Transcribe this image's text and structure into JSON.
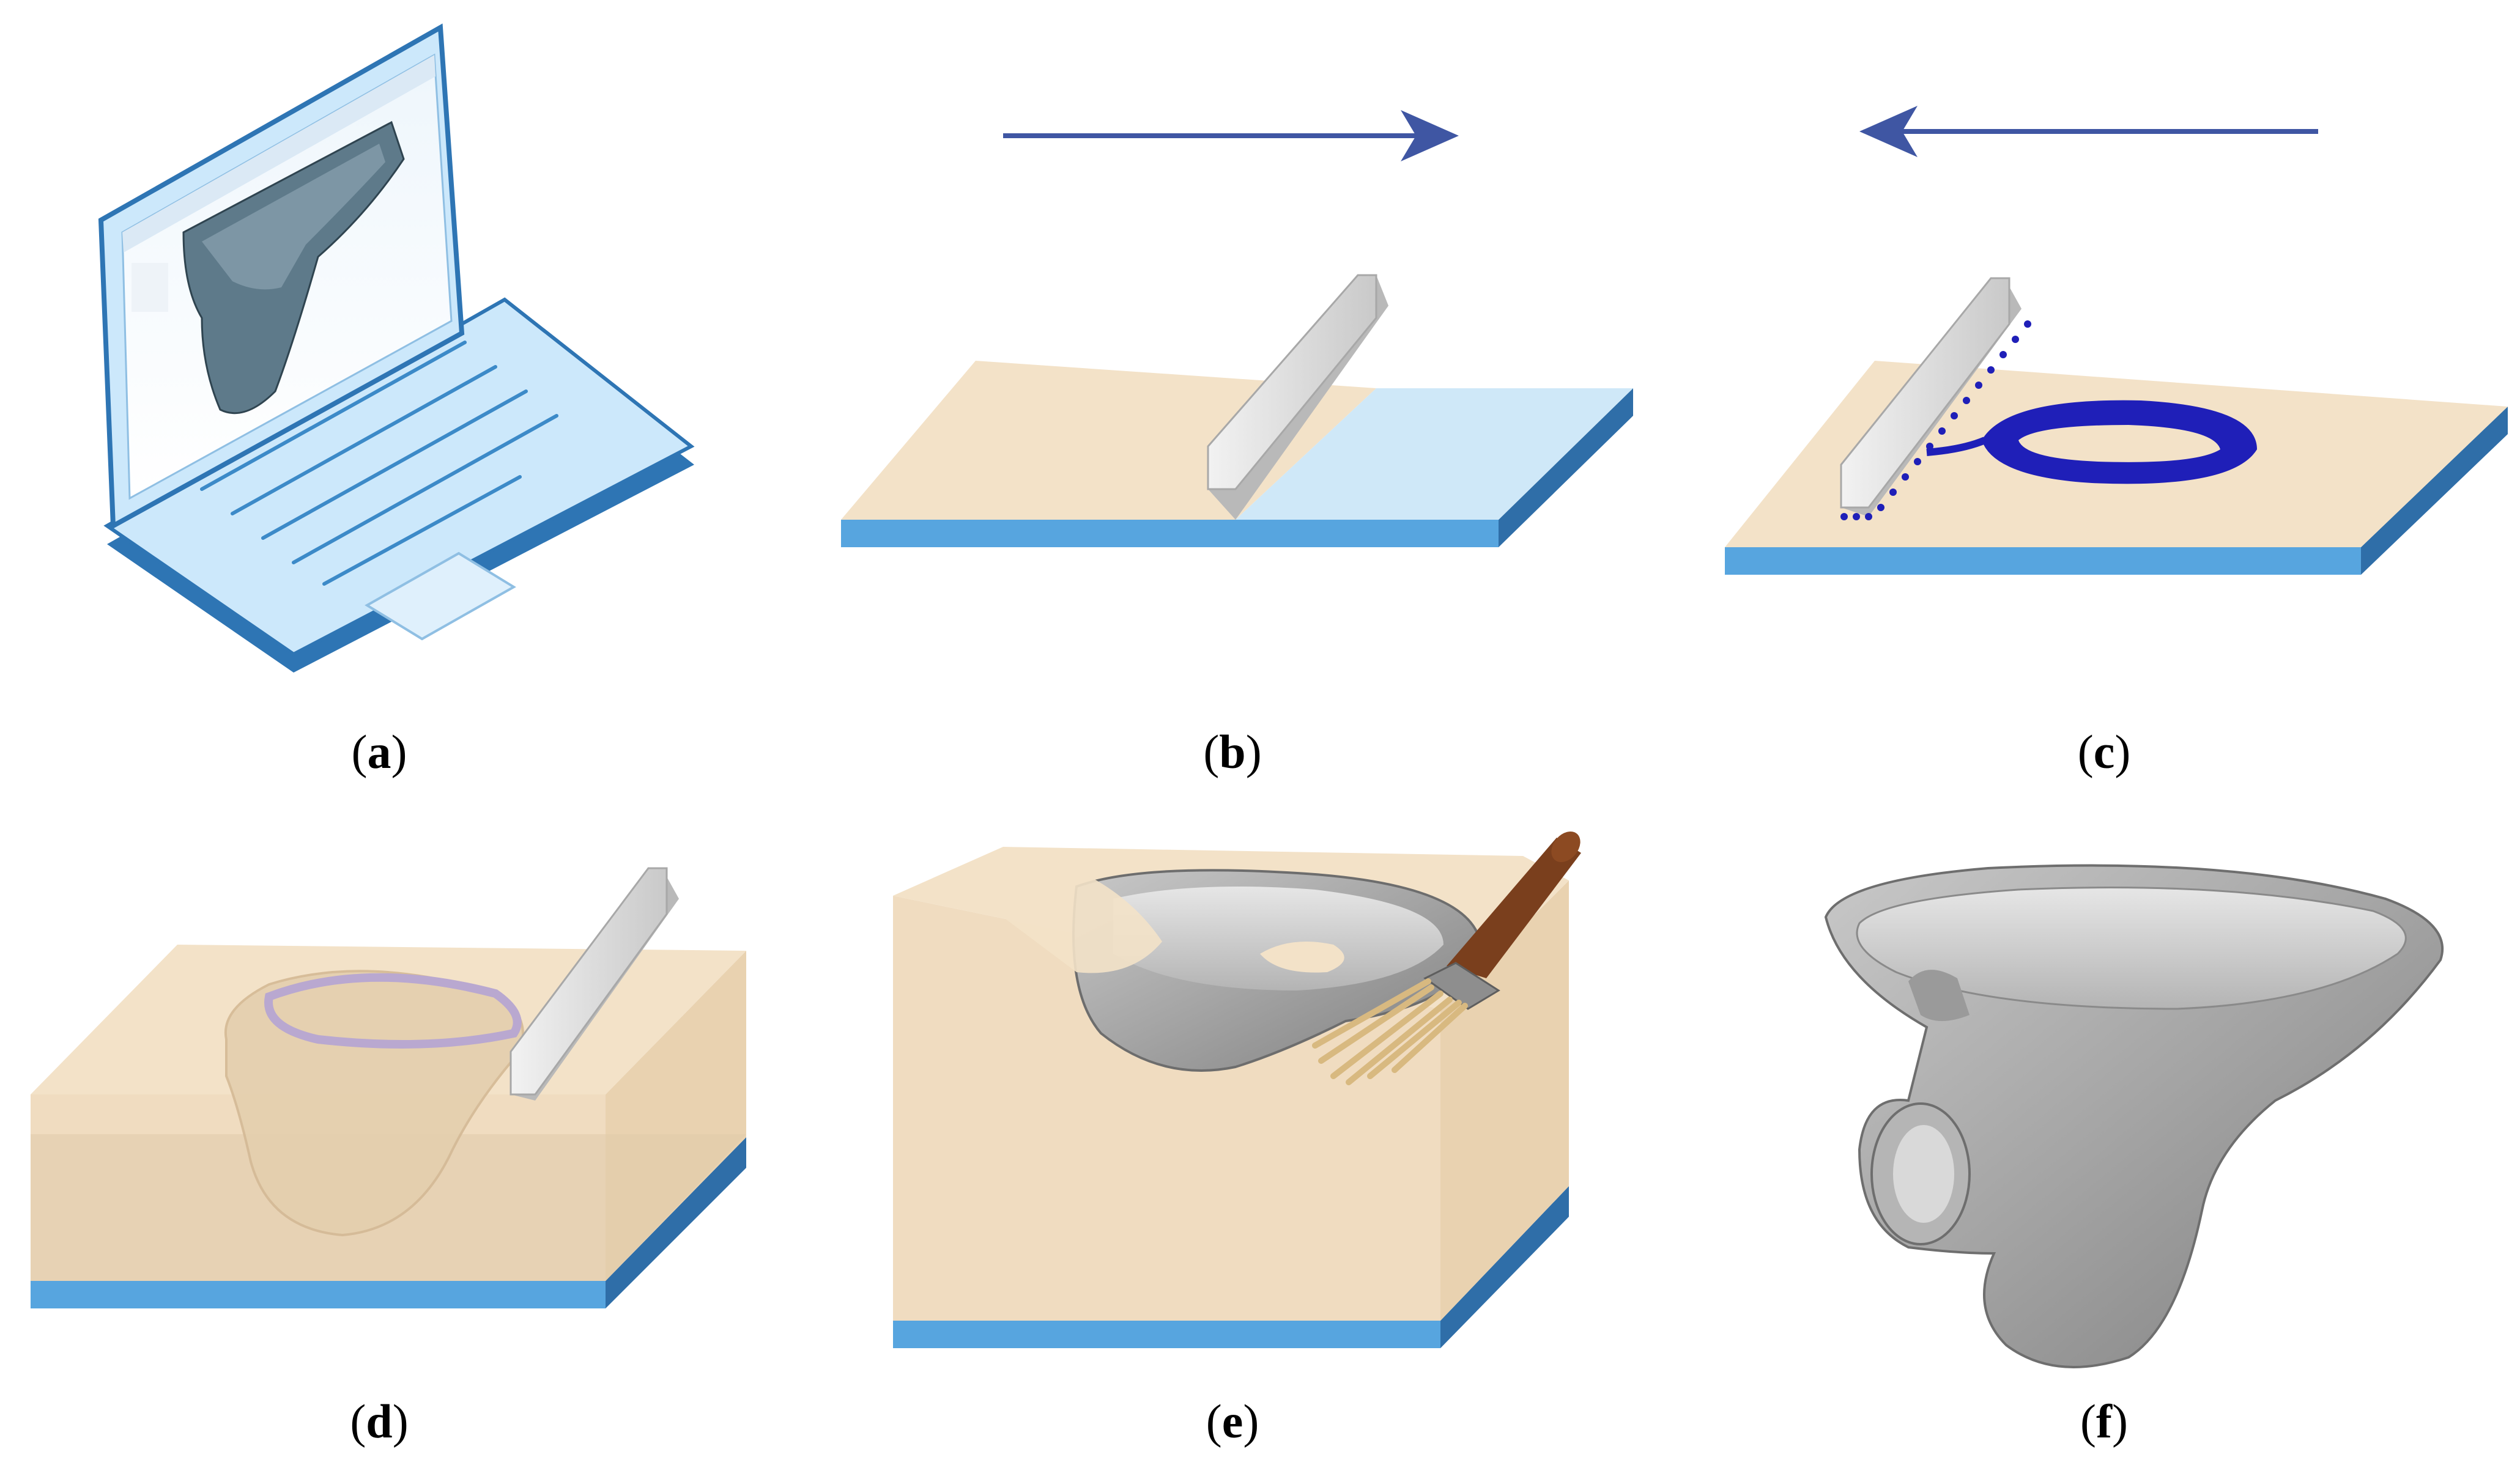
{
  "panels": [
    {
      "id": "a",
      "label": "a"
    },
    {
      "id": "b",
      "label": "b"
    },
    {
      "id": "c",
      "label": "c"
    },
    {
      "id": "d",
      "label": "d"
    },
    {
      "id": "e",
      "label": "e"
    },
    {
      "id": "f",
      "label": "f"
    }
  ],
  "colors": {
    "powder": "#f3e2c8",
    "powder_side": "#e9d2b0",
    "plate_top": "#57a5df",
    "plate_side": "#2f6ea8",
    "recoated_layer": "#cfe8f8",
    "blade_light": "#e4e4e4",
    "blade_dark": "#b9b9b9",
    "binder": "#1f1fb8",
    "arrow": "#3f56a3",
    "laptop_body": "#cce8fb",
    "laptop_edge": "#2e75b4",
    "part_grey": "#a9a9a9",
    "brush_handle": "#7a3f1d",
    "brush_bristle": "#d8b980"
  },
  "arrows": [
    {
      "panel": "b",
      "direction": "right"
    },
    {
      "panel": "c",
      "direction": "left"
    }
  ]
}
